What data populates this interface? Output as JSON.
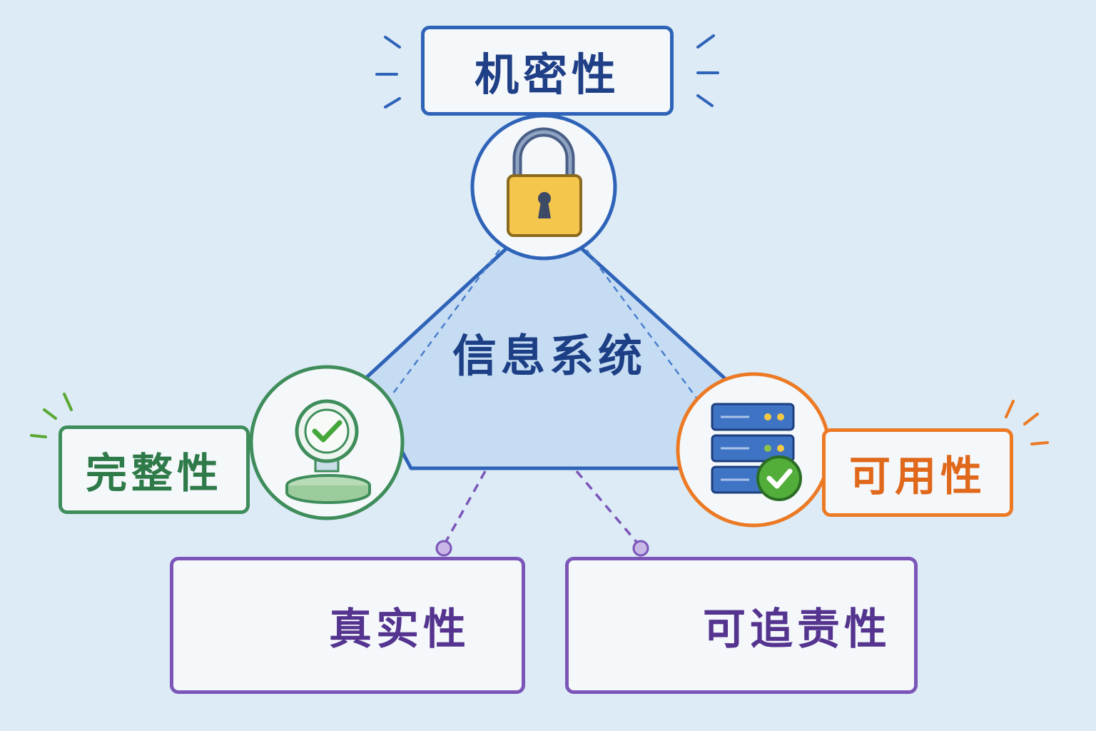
{
  "center": {
    "label": "信息系统"
  },
  "pillars": {
    "confidentiality": {
      "label": "机密性",
      "icon": "padlock-icon",
      "color": "#2f63b8"
    },
    "integrity": {
      "label": "完整性",
      "icon": "stamp-check-icon",
      "color": "#3f8d5b"
    },
    "availability": {
      "label": "可用性",
      "icon": "server-check-icon",
      "color": "#ec7a25"
    }
  },
  "extensions": {
    "authenticity": {
      "label": "真实性",
      "icon": "user-shield-icon",
      "color": "#7b56b8"
    },
    "accountability": {
      "label": "可追责性",
      "icon": "clipboard-search-icon",
      "color": "#7b56b8"
    }
  }
}
